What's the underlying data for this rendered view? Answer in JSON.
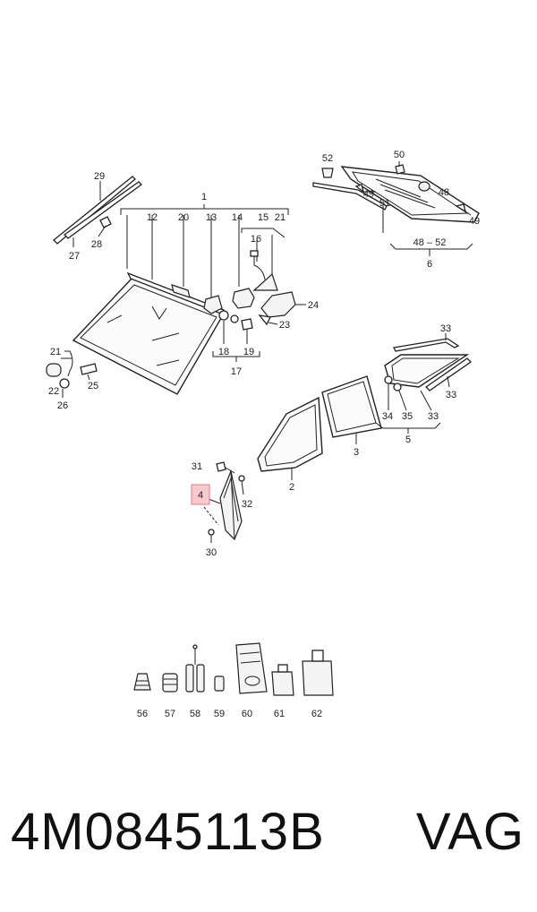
{
  "diagram": {
    "labels": [
      "1",
      "2",
      "3",
      "4",
      "5",
      "6",
      "12",
      "13",
      "14",
      "15",
      "16",
      "17",
      "18",
      "19",
      "20",
      "21",
      "22",
      "23",
      "24",
      "25",
      "26",
      "27",
      "28",
      "29",
      "30",
      "31",
      "32",
      "33",
      "34",
      "35",
      "48",
      "49",
      "50",
      "51",
      "52",
      "56",
      "57",
      "58",
      "59",
      "60",
      "61",
      "62",
      "48 – 52"
    ],
    "highlighted_label": "4",
    "highlight_color": "#f7c9cf"
  },
  "footer": {
    "part_number": "4M0845113B",
    "brand": "VAG"
  }
}
